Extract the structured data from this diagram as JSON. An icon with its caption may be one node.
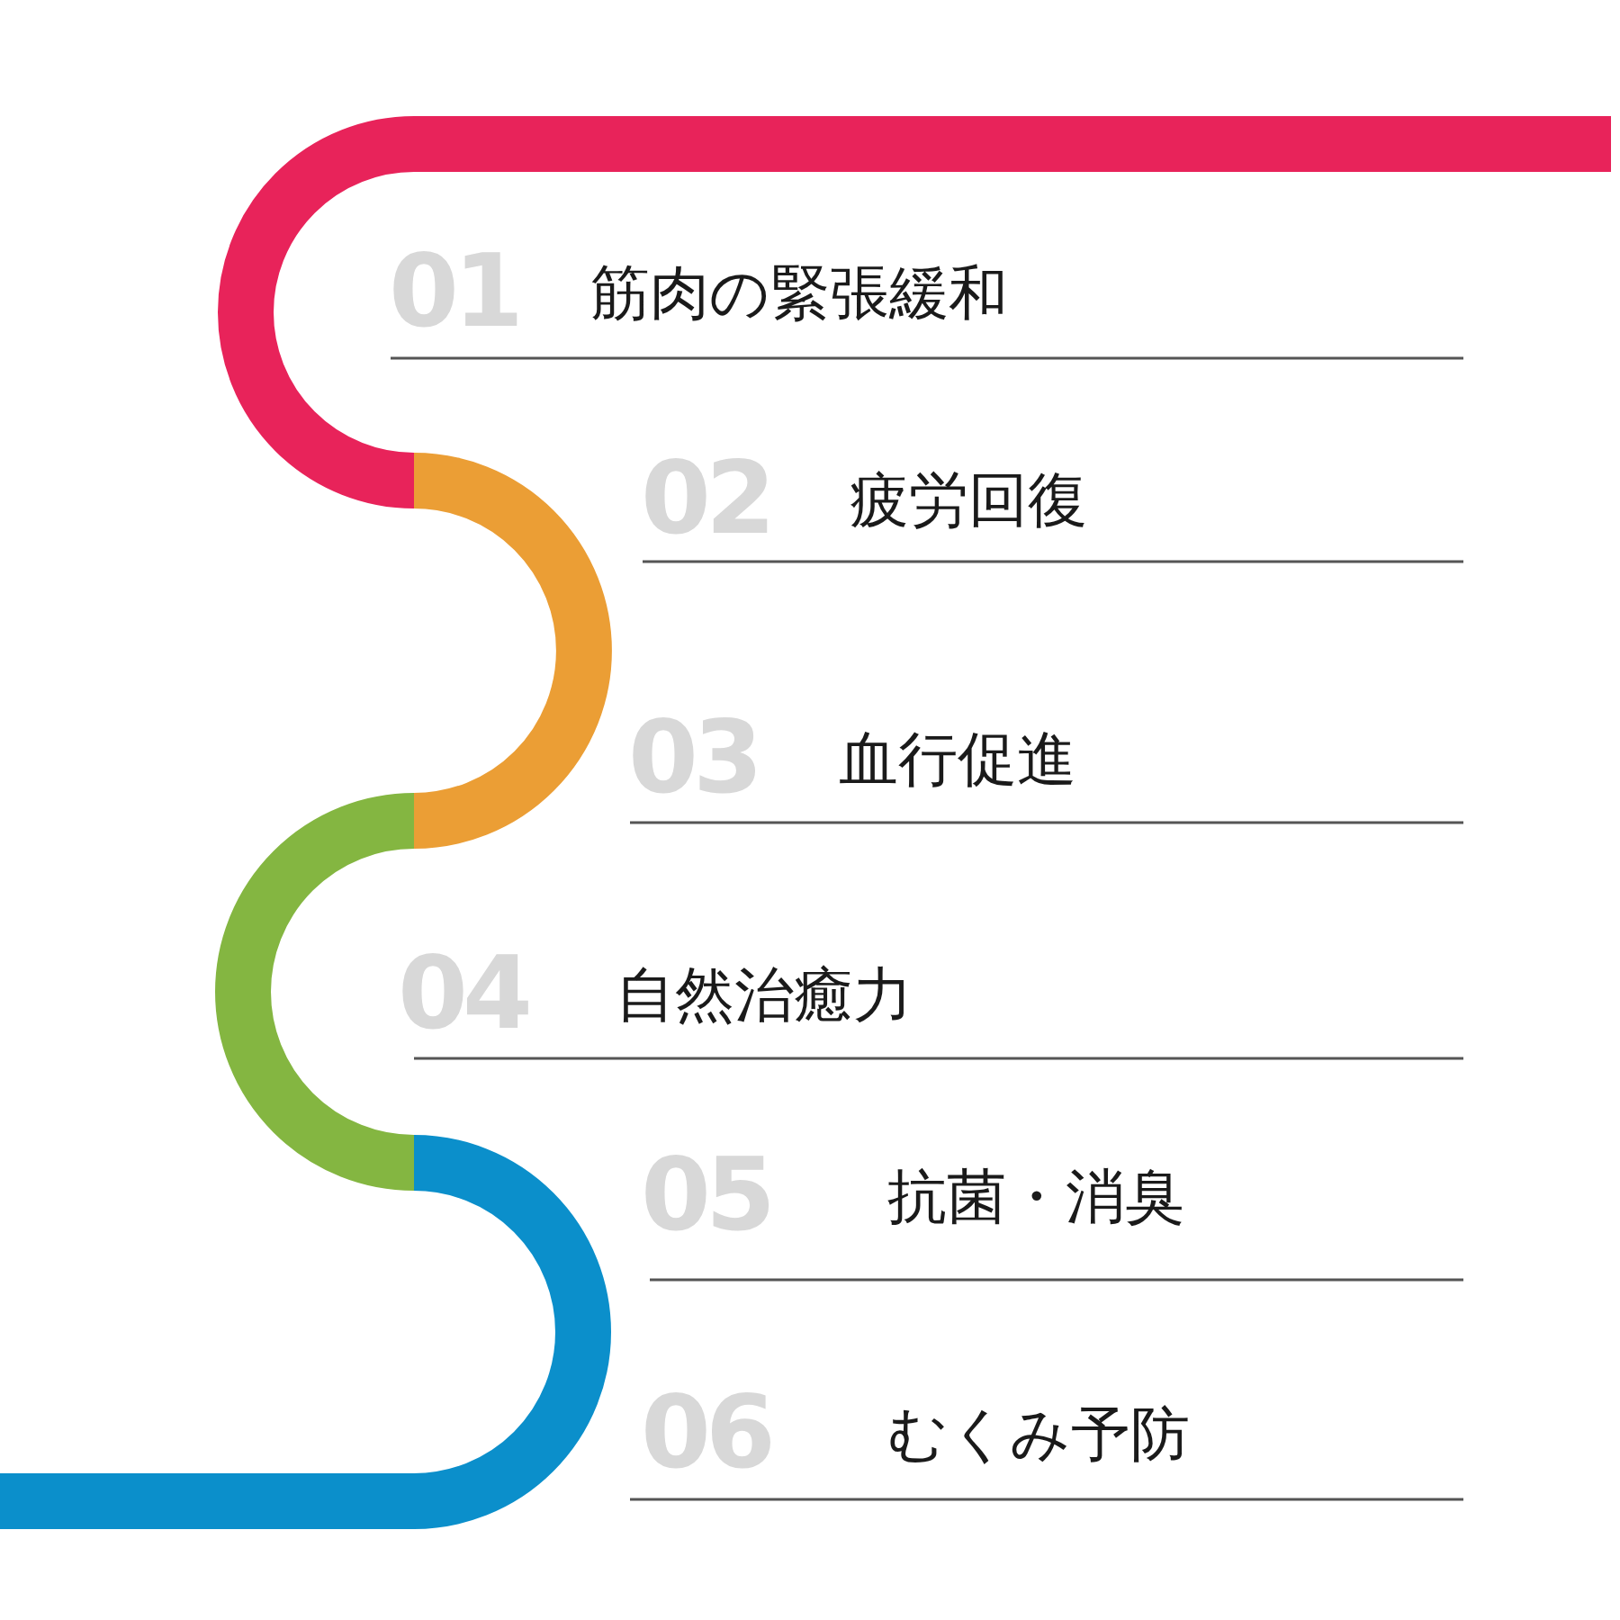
{
  "diagram": {
    "labels": [
      "01",
      "筋肉の緊張緩和",
      "02",
      "疲労回復",
      "03",
      "血行促進",
      "04",
      "自然治癒力",
      "05",
      "抗菌・消臭",
      "06",
      "むくみ予防"
    ]
  }
}
